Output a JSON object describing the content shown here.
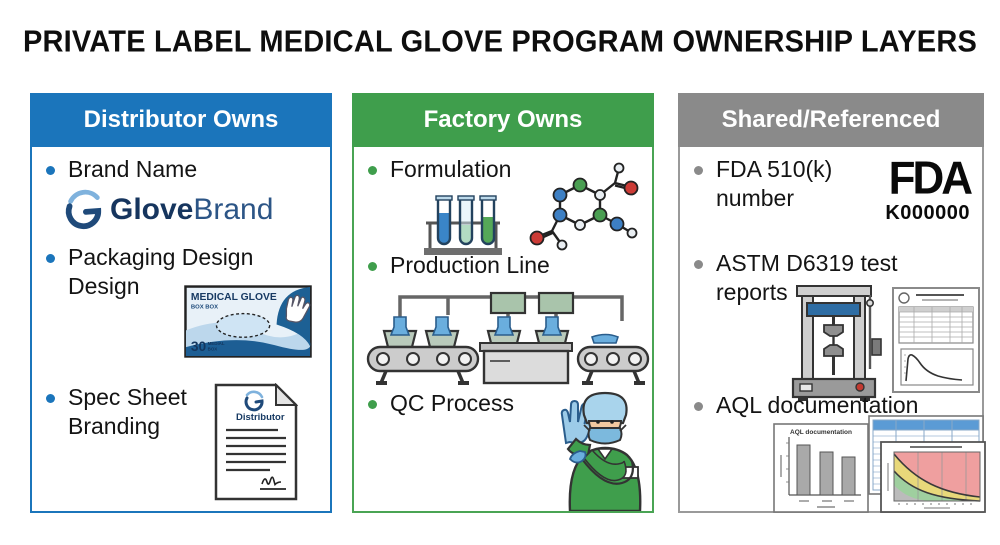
{
  "title": "PRIVATE LABEL MEDICAL GLOVE PROGRAM OWNERSHIP LAYERS",
  "columns": [
    {
      "header": "Distributor Owns",
      "accent": "#1b75bb",
      "items": [
        "Brand Name",
        "Packaging Design Design",
        "Spec Sheet Branding"
      ]
    },
    {
      "header": "Factory Owns",
      "accent": "#3f9e4c",
      "items": [
        "Formulation",
        "Production Line",
        "QC Process"
      ]
    },
    {
      "header": "Shared/Referenced",
      "accent": "#8a8a8a",
      "items": [
        "FDA 510(k) number",
        "ASTM D6319 test reports",
        "AQL documentation"
      ]
    }
  ],
  "brand_logo": {
    "part_bold": "Glove",
    "part_regular": "Brand"
  },
  "glove_box": {
    "title": "MEDICAL GLOVE",
    "subtitle": "BOX BOX",
    "count": "30",
    "count_sub1": "MEDIAL",
    "count_sub2": "BOX"
  },
  "spec_sheet": {
    "label": "Distributor"
  },
  "fda": {
    "logo": "FDA",
    "number": "K000000"
  },
  "aql": {
    "bar_chart_title": "AQL documentation"
  }
}
